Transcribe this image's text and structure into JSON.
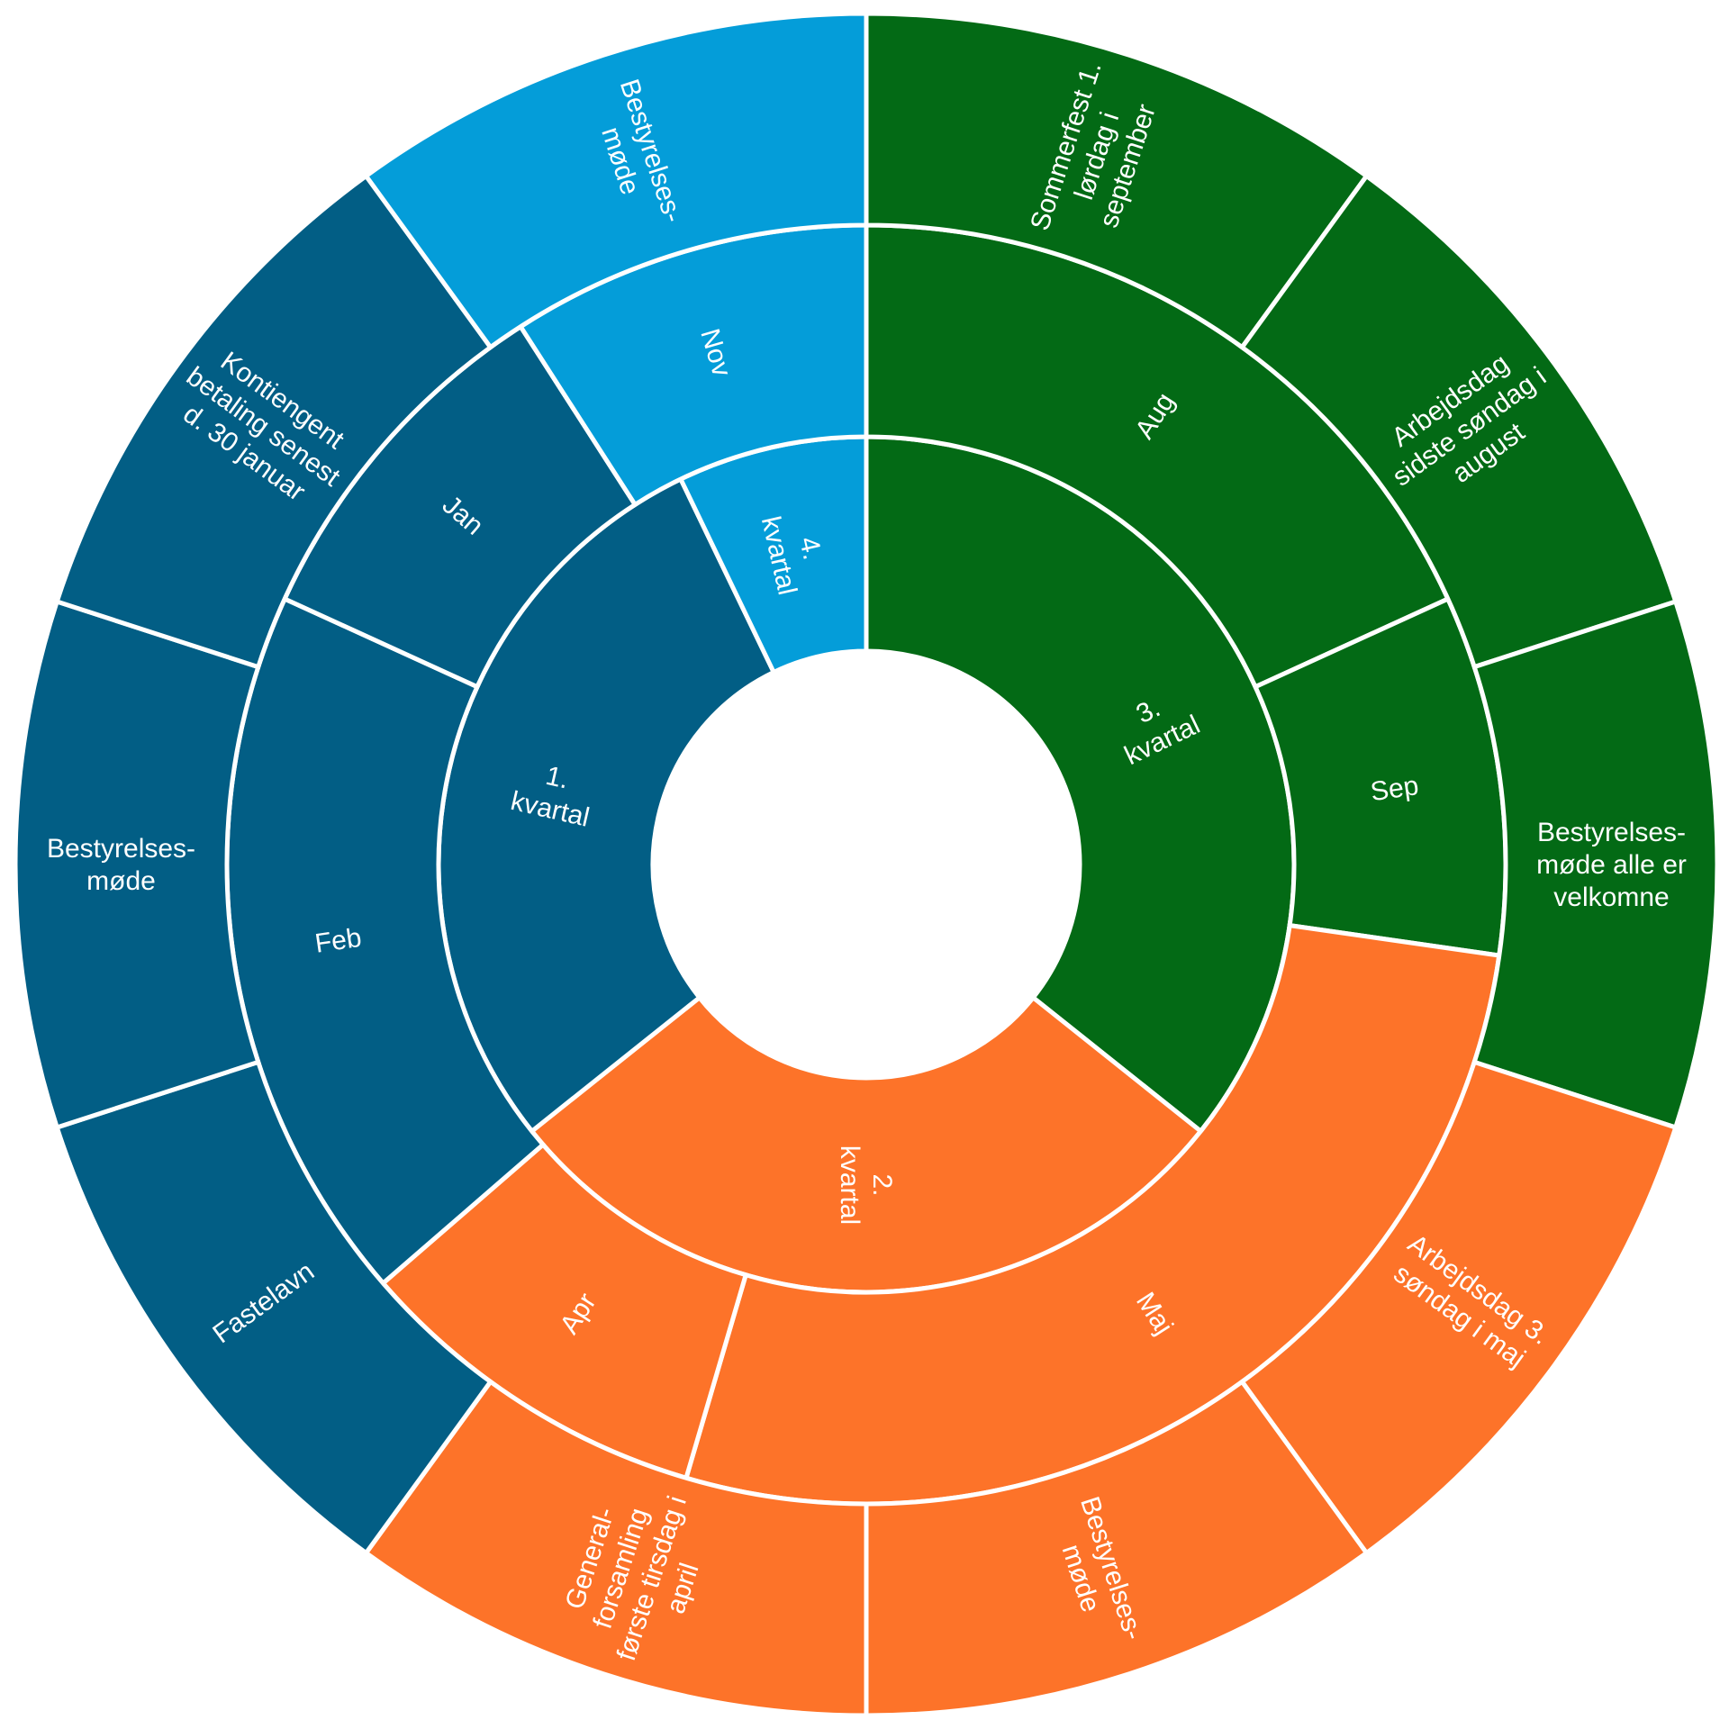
{
  "chart_data": {
    "type": "sunburst",
    "colors": {
      "1. kvartal": "#025E85",
      "2. kvartal": "#FD7329",
      "3. kvartal": "#036A15",
      "4. kvartal": "#049DD9",
      "separator": "#FFFFFF"
    },
    "rings": [
      {
        "level": "kvartal",
        "segments": [
          {
            "label": "3.\nkvartal",
            "value": 5,
            "group": "3. kvartal"
          },
          {
            "label": "2.\nkvartal",
            "value": 4,
            "group": "2. kvartal"
          },
          {
            "label": "1.\nkvartal",
            "value": 4,
            "group": "1. kvartal"
          },
          {
            "label": "4.\nkvartal",
            "value": 1,
            "group": "4. kvartal"
          }
        ]
      },
      {
        "level": "month",
        "segments": [
          {
            "label": "Aug",
            "value": 2,
            "group": "3. kvartal"
          },
          {
            "label": "Sep",
            "value": 1,
            "group": "3. kvartal"
          },
          {
            "label": "Maj",
            "value": 3,
            "group": "2. kvartal"
          },
          {
            "label": "Apr",
            "value": 1,
            "group": "2. kvartal"
          },
          {
            "label": "Feb",
            "value": 2,
            "group": "1. kvartal"
          },
          {
            "label": "Jan",
            "value": 1,
            "group": "1. kvartal"
          },
          {
            "label": "Nov",
            "value": 1,
            "group": "4. kvartal"
          }
        ]
      },
      {
        "level": "event",
        "segments": [
          {
            "label": "Sommerfest 1.\nlørdag i\nseptember",
            "value": 1,
            "group": "3. kvartal"
          },
          {
            "label": "Arbejdsdag\nsidste søndag i\naugust",
            "value": 1,
            "group": "3. kvartal"
          },
          {
            "label": "Bestyrelses-\nmøde alle er\nvelkomne",
            "value": 1,
            "group": "3. kvartal"
          },
          {
            "label": "Arbejdsdag 3.\nsøndag i maj",
            "value": 1,
            "group": "2. kvartal"
          },
          {
            "label": "Bestyrelses-\nmøde",
            "value": 1,
            "group": "2. kvartal"
          },
          {
            "label": "General-\nforsamling\nførste tirsdag i\napril",
            "value": 1,
            "group": "2. kvartal"
          },
          {
            "label": "Fastelavn",
            "value": 1,
            "group": "1. kvartal"
          },
          {
            "label": "Bestyrelses-\nmøde",
            "value": 1,
            "group": "1. kvartal"
          },
          {
            "label": "Kontiengent\nbetaling senest\nd. 30 januar",
            "value": 1,
            "group": "1. kvartal"
          },
          {
            "label": "Bestyrelses-\nmøde",
            "value": 1,
            "group": "4. kvartal"
          }
        ]
      }
    ]
  }
}
